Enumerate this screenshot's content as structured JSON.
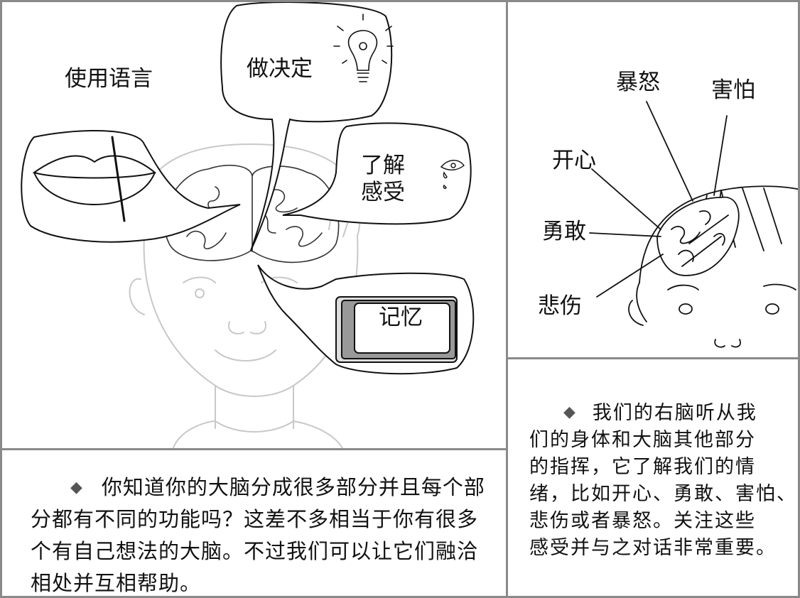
{
  "left_illustration": {
    "labels": {
      "language": "使用语言",
      "decision": "做决定",
      "feelings_line1": "了解",
      "feelings_line2": "感受",
      "memory": "记忆"
    }
  },
  "right_illustration": {
    "labels": {
      "anger": "暴怒",
      "fear": "害怕",
      "happy": "开心",
      "brave": "勇敢",
      "sad": "悲伤"
    }
  },
  "left_text": {
    "bullet": "◆",
    "lines": [
      "你知道你的大脑分成很多部分并且每个部",
      "分都有不同的功能吗？这差不多相当于你有很多",
      "个有自己想法的大脑。不过我们可以让它们融洽",
      "相处并互相帮助。"
    ]
  },
  "right_text": {
    "bullet": "◆",
    "lines": [
      "我们的右脑听从我",
      "们的身体和大脑其他部分",
      "的指挥，它了解我们的情",
      "绪，比如开心、勇敢、害怕、",
      "悲伤或者暴怒。关注这些",
      "感受并与之对话非常重要。"
    ]
  }
}
